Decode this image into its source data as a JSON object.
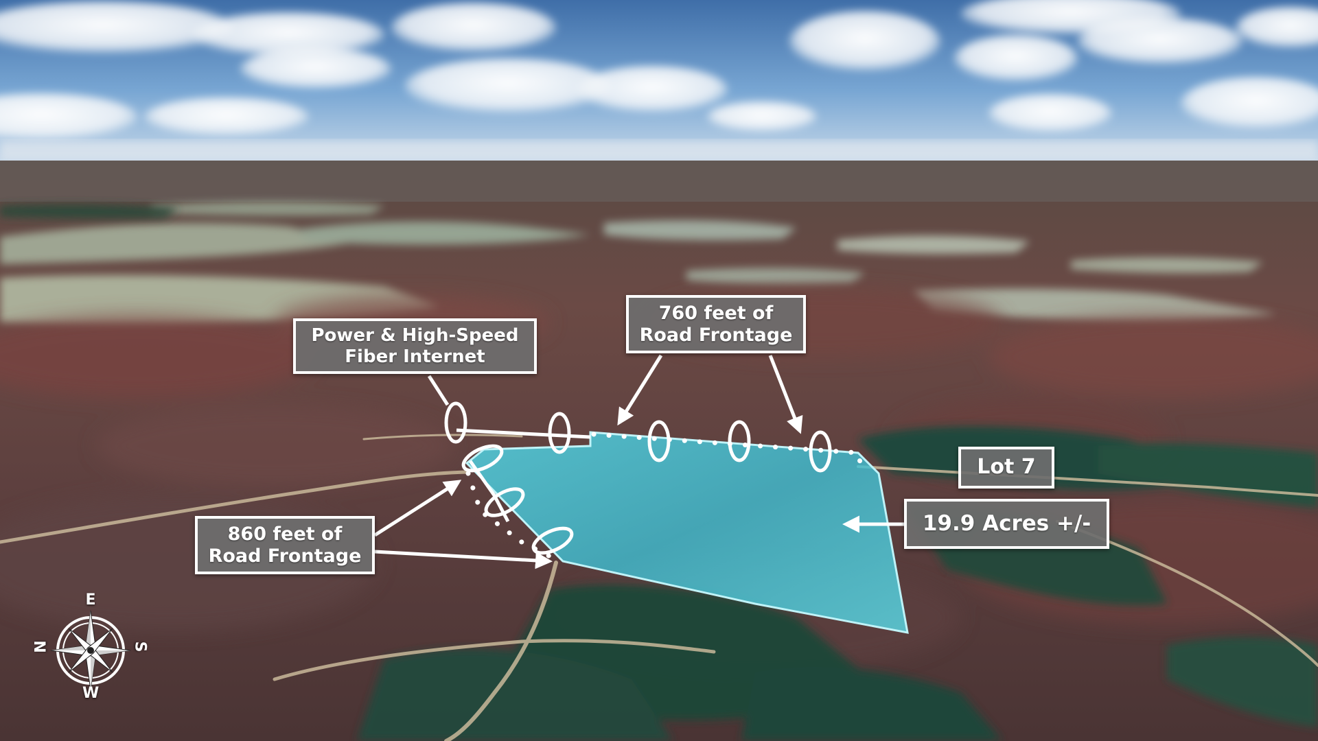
{
  "labels": {
    "power": {
      "line1": "Power & High-Speed",
      "line2": "Fiber Internet"
    },
    "frontage_760": {
      "line1": "760 feet of",
      "line2": "Road Frontage"
    },
    "frontage_860": {
      "line1": "860 feet of",
      "line2": "Road Frontage"
    },
    "lot": "Lot 7",
    "acres": "19.9 Acres +/-"
  },
  "compass": {
    "top": "E",
    "bottom": "W",
    "left": "N",
    "right": "S"
  },
  "colors": {
    "parcel_fill": "#4fd6e6",
    "callout_bg": "#6e6e6e",
    "callout_border": "#ffffff",
    "annotation": "#ffffff",
    "sky": "#6f9fd0",
    "forest": "#1f4a3c"
  }
}
